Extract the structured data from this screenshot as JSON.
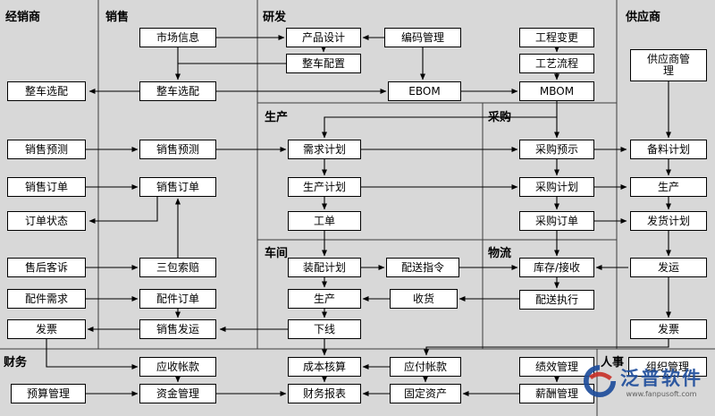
{
  "sections": {
    "dealer": "经销商",
    "sales": "销售",
    "rd": "研发",
    "supplier": "供应商",
    "production": "生产",
    "purchase": "采购",
    "workshop": "车间",
    "logistics": "物流",
    "finance": "财务",
    "hr": "人事"
  },
  "nodes": {
    "market_info": "市场信息",
    "product_design": "产品设计",
    "coding_mgmt": "编码管理",
    "eng_change": "工程变更",
    "process_flow": "工艺流程",
    "vehicle_config_rd": "整车配置",
    "ebom": "EBOM",
    "mbom": "MBOM",
    "vehicle_select_dealer": "整车选配",
    "vehicle_select_sales": "整车选配",
    "sales_forecast_dealer": "销售预测",
    "sales_forecast_sales": "销售预测",
    "sales_order_dealer": "销售订单",
    "sales_order_sales": "销售订单",
    "order_status": "订单状态",
    "after_sales_complaint": "售后客诉",
    "warranty_claim": "三包索赔",
    "parts_demand": "配件需求",
    "parts_order": "配件订单",
    "invoice_dealer": "发票",
    "sales_shipping": "销售发运",
    "demand_plan": "需求计划",
    "production_plan": "生产计划",
    "work_order": "工单",
    "assembly_plan": "装配计划",
    "delivery_instruction": "配送指令",
    "production_workshop": "生产",
    "receiving": "收货",
    "offline": "下线",
    "purchase_forecast": "采购预示",
    "purchase_plan": "采购计划",
    "purchase_order": "采购订单",
    "inventory_receive": "库存/接收",
    "delivery_exec": "配送执行",
    "supplier_mgmt": "供应商管理",
    "material_plan": "备料计划",
    "production_supplier": "生产",
    "shipping_plan": "发货计划",
    "shipment": "发运",
    "invoice_supplier": "发票",
    "ar": "应收帐款",
    "fund_mgmt": "资金管理",
    "budget_mgmt": "预算管理",
    "cost_accounting": "成本核算",
    "financial_report": "财务报表",
    "ap": "应付帐款",
    "fixed_assets": "固定资产",
    "perf_mgmt": "绩效管理",
    "salary_mgmt": "薪酬管理",
    "org_mgmt": "组织管理"
  },
  "watermark": {
    "brand": "泛普软件",
    "sub": "www.fanpusoft.com"
  }
}
